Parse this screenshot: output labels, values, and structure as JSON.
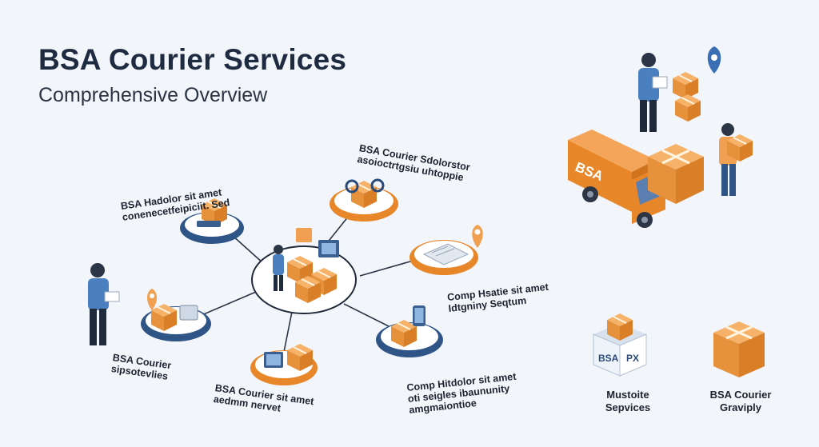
{
  "header": {
    "title": "BSA Courier Services",
    "subtitle": "Comprehensive Overview"
  },
  "nodes": [
    {
      "id": "top-left",
      "line1": "BSA Hadolor sit amet",
      "line2": "conenecetfeipiciit. Sed"
    },
    {
      "id": "top",
      "line1": "BSA Courier Sdolorstor",
      "line2": "asoioctrtgsiu uhtoppie"
    },
    {
      "id": "right",
      "line1": "Comp Hsatie sit amet",
      "line2": "Idtgniny Seqtum"
    },
    {
      "id": "left",
      "line1": "BSA Courier",
      "line2": "sipsotevlies"
    },
    {
      "id": "bottom",
      "line1": "BSA Courier sit amet",
      "line2": "aedmm nervet"
    },
    {
      "id": "bottom-right",
      "line1": "Comp Hitdolor sit amet",
      "line2": "oti seigles ibaununity",
      "line3": "amgmaiontioe"
    }
  ],
  "truck_label": "BSA",
  "box_label": "BSA",
  "box_side_label": "PX",
  "captions": {
    "services_line1": "Mustoite",
    "services_line2": "Sepvices",
    "courier_line1": "BSA Courier",
    "courier_line2": "Graviply"
  },
  "colors": {
    "orange": "#f0a050",
    "orange_dark": "#d9822b",
    "navy": "#2a4a7a",
    "ring": "#3b5f8f",
    "background": "#f2f6fa"
  }
}
